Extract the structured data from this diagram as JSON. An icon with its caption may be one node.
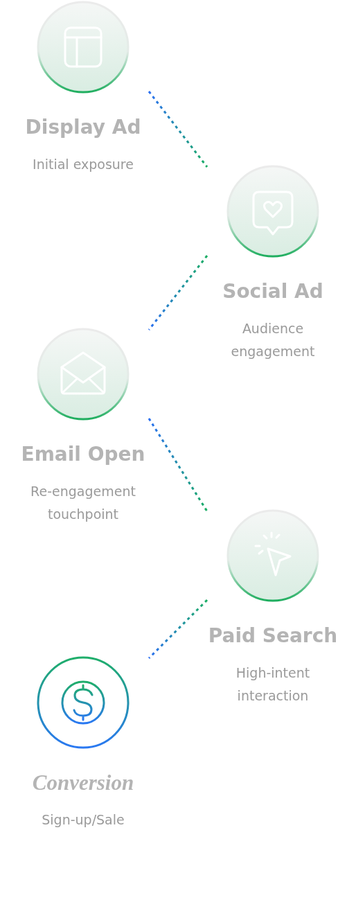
{
  "diagram": {
    "nodes": [
      {
        "text": [
          "Display Ad",
          "Initial exposure"
        ]
      },
      {
        "text": [
          "Social Ad",
          "Audience engagement"
        ]
      },
      {
        "text": [
          "Email Open",
          "Re-engagement touchpoint"
        ]
      },
      {
        "text": [
          "Paid Search",
          "High-intent interaction"
        ]
      },
      {
        "text": [
          "Conversion",
          "Sign-up/Sale"
        ]
      }
    ],
    "edges": [
      {
        "from": 0,
        "to": 1,
        "arrow": "none",
        "style": "dashed"
      },
      {
        "from": 1,
        "to": 2,
        "arrow": "none",
        "style": "dashed"
      },
      {
        "from": 2,
        "to": 3,
        "arrow": "none",
        "style": "dashed"
      },
      {
        "from": 3,
        "to": 4,
        "arrow": "none",
        "style": "dashed"
      }
    ]
  }
}
